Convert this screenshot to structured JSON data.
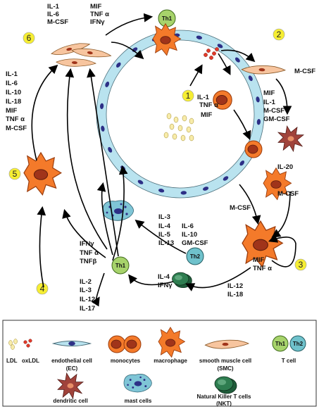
{
  "steps": [
    "1",
    "2",
    "3",
    "4",
    "5",
    "6"
  ],
  "labels": {
    "step6_col1": [
      "IL-1",
      "IL-6",
      "M-CSF"
    ],
    "step6_col2": [
      "MIF",
      "TNF α",
      "IFNγ"
    ],
    "th1_label": "Th1",
    "th2_label": "Th2",
    "step2_mcsf": "M-CSF",
    "step1_il1": "IL-1",
    "step1_tnf": "TNF α",
    "step1_mif": "MIF",
    "right_col": [
      "MIF",
      "IL-1",
      "M-CSF",
      "GM-CSF"
    ],
    "il20": [
      "IL-20",
      "M-CSF"
    ],
    "step5_col": [
      "IL-1",
      "IL-6",
      "IL-10",
      "IL-18",
      "MIF",
      "TNF α",
      "M-CSF"
    ],
    "mcsf_mid": "M-CSF",
    "mast_col1": [
      "IL-3",
      "IL-4",
      "IL-5",
      "IL-13"
    ],
    "mast_col2": [
      "IL-6",
      "IL-10",
      "GM-CSF"
    ],
    "th1_cyt": [
      "IFNγ",
      "TNF α",
      "TNFβ"
    ],
    "th1_il": [
      "IL-2",
      "IL-3",
      "IL-12",
      "IL-17"
    ],
    "nkt_cyt": [
      "IL-4",
      "IFNγ"
    ],
    "mac3_a": [
      "MIF",
      "TNF α"
    ],
    "mac3_b": [
      "IL-12",
      "IL-18"
    ]
  },
  "legend": {
    "ldl": "LDL",
    "oxldl": "oxLDL",
    "ec": "endothelial cell",
    "ec_abbr": "(EC)",
    "monocytes": "monocytes",
    "macrophage": "macrophage",
    "smc": "smooth muscle cell",
    "smc_abbr": "(SMC)",
    "tcell": "T cell",
    "dendritic": "dendritic cell",
    "mast": "mast cells",
    "nkt": "Natural Killer T cells",
    "nkt_abbr": "(NKT)"
  },
  "colors": {
    "orange": "#f47a2a",
    "vessel": "#b9e3ef",
    "nucleus": "#2d2f86",
    "th1": "#a7d36b",
    "th2": "#6fc2cc",
    "smc": "#f7c59f",
    "dendritic": "#a0433b",
    "mast": "#7fc5d6",
    "nkt": "#2e7d50",
    "ldl": "#f8ecaa",
    "oxldl": "#e23a2a",
    "step_circle": "#f6ee33"
  }
}
